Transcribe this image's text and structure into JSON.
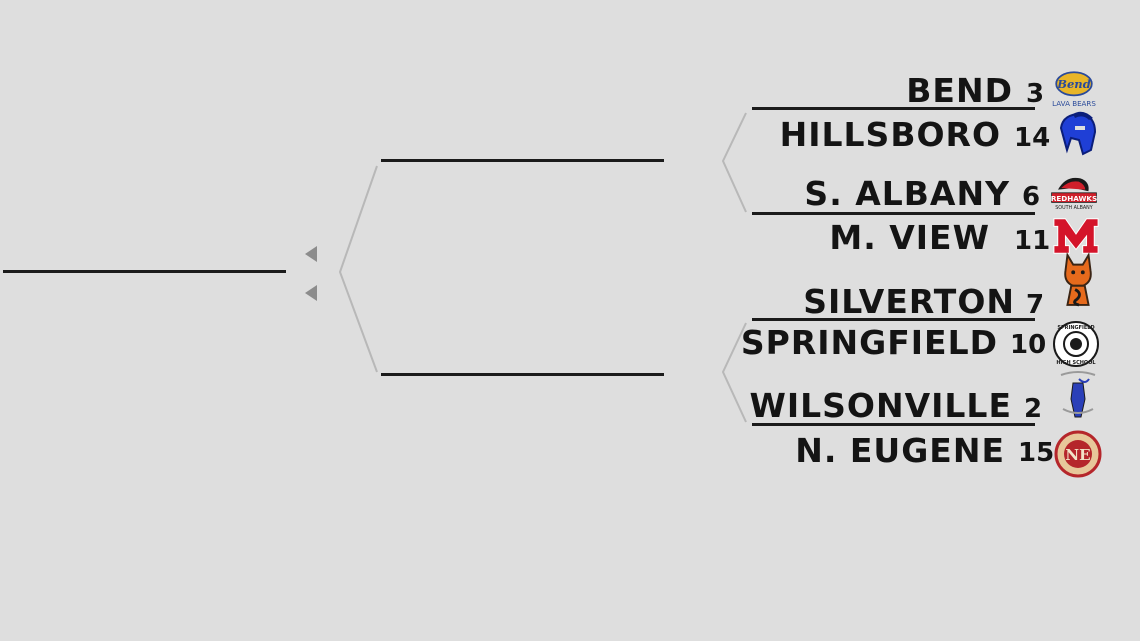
{
  "bracket": {
    "matchups": [
      {
        "top": {
          "name": "BEND",
          "score": "3",
          "logo_icon": "bend-lava-bears-logo",
          "logo_text": "Bend",
          "logo_subtext": "LAVA BEARS"
        },
        "bottom": {
          "name": "HILLSBORO",
          "score": "14",
          "logo_icon": "spartan-helmet-logo"
        }
      },
      {
        "top": {
          "name": "S. ALBANY",
          "score": "6",
          "logo_icon": "redhawks-logo",
          "logo_text": "REDHAWKS",
          "logo_subtext": "SOUTH ALBANY"
        },
        "bottom": {
          "name": "M. VIEW",
          "score": "11",
          "logo_icon": "mountain-view-m-logo"
        }
      },
      {
        "top": {
          "name": "SILVERTON",
          "score": "7",
          "logo_icon": "fox-mascot-logo"
        },
        "bottom": {
          "name": "SPRINGFIELD",
          "score": "10",
          "logo_icon": "springfield-high-school-seal-logo",
          "logo_text": "SPRINGFIELD",
          "logo_subtext": "HIGH SCHOOL"
        }
      },
      {
        "top": {
          "name": "WILSONVILLE",
          "score": "2",
          "logo_icon": "wilsonville-wildcats-logo"
        },
        "bottom": {
          "name": "N. EUGENE",
          "score": "15",
          "logo_icon": "north-eugene-highlanders-logo",
          "logo_text": "NE"
        }
      }
    ],
    "colors": {
      "background": "#dedede",
      "line": "#1b1b1b",
      "connector": "#b8b8b8",
      "arrow": "#8c8c8c",
      "bend_gold": "#e8b528",
      "hillsboro_blue": "#1f3fd6",
      "albany_red": "#cf1f2a",
      "mview_red": "#d4142a",
      "silverton_orange": "#e66a1c",
      "eugene_red": "#b5262b"
    }
  }
}
